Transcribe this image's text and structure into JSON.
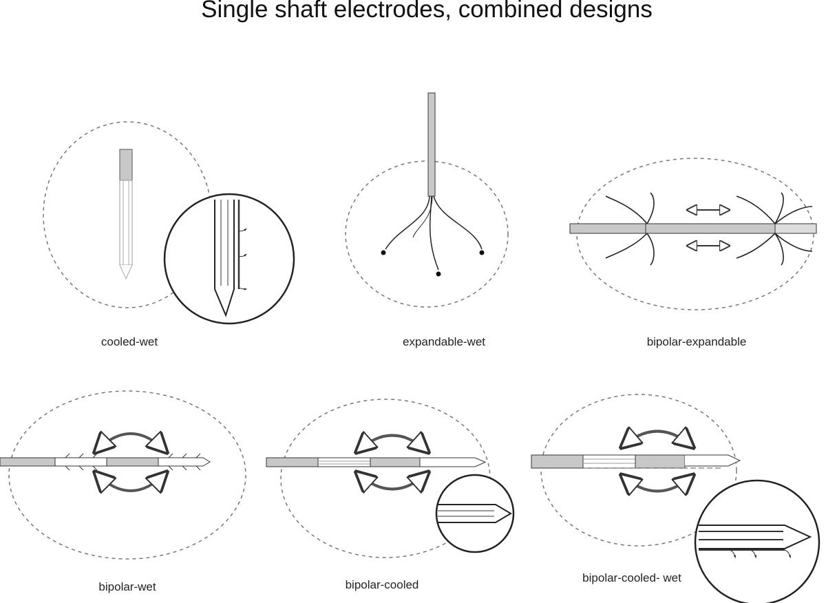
{
  "title": "Single shaft electrodes, combined designs",
  "panels": [
    {
      "label": "cooled-wet"
    },
    {
      "label": "expandable-wet"
    },
    {
      "label": "bipolar-expandable"
    },
    {
      "label": "bipolar-wet"
    },
    {
      "label": "bipolar-cooled"
    },
    {
      "label": "bipolar-cooled- wet"
    }
  ],
  "colors": {
    "line": "#222222",
    "dashed": "#777777",
    "fill": "#c8c8c8"
  }
}
